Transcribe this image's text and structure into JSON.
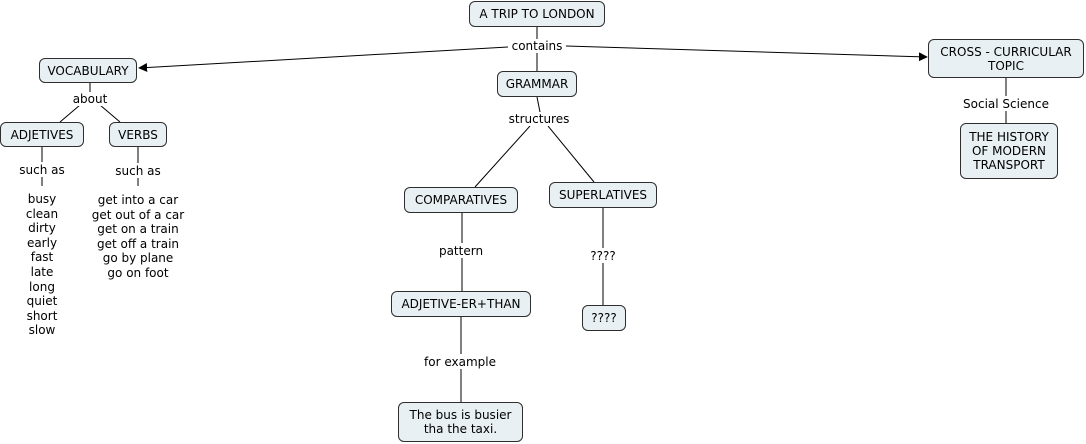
{
  "nodes": {
    "trip": "A TRIP TO LONDON",
    "vocabulary": "VOCABULARY",
    "grammar": "GRAMMAR",
    "cross": "CROSS - CURRICULAR\nTOPIC",
    "adjetives": "ADJETIVES",
    "verbs": "VERBS",
    "comparatives": "COMPARATIVES",
    "superlatives": "SUPERLATIVES",
    "pattern_node": "ADJETIVE-ER+THAN",
    "unknown_node": "????",
    "example": "The bus is busier\ntha the taxi.",
    "history": "THE HISTORY\nOF MODERN\nTRANSPORT"
  },
  "links": {
    "contains": "contains",
    "about": "about",
    "structures": "structures",
    "social_science": "Social Science",
    "such_as_adj": "such as",
    "such_as_verbs": "such as",
    "pattern": "pattern",
    "unknown": "????",
    "for_example": "for example"
  },
  "adjective_list": [
    "busy",
    "clean",
    "dirty",
    "early",
    "fast",
    "late",
    "long",
    "quiet",
    "short",
    "slow"
  ],
  "verb_list": [
    "get into a car",
    "get out of a car",
    "get on a train",
    "get off a train",
    "go by plane",
    "go on foot"
  ]
}
